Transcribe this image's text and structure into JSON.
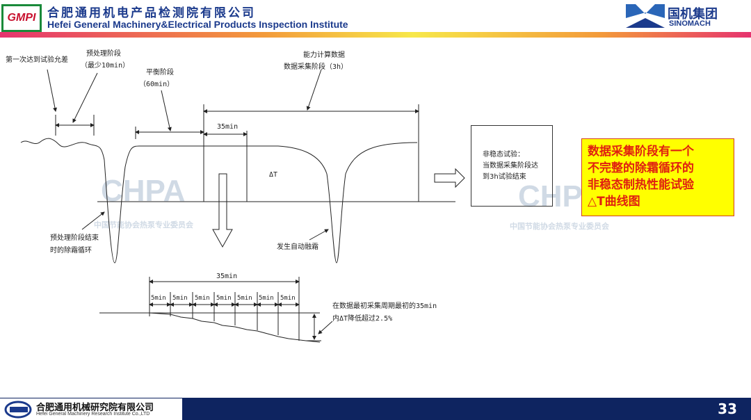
{
  "header": {
    "logo_text": "GMPI",
    "title_cn": "合肥通用机电产品检测院有限公司",
    "title_en": "Hefei General Machinery&Electrical  Products Inspection Institute",
    "brand_cn": "国机集团",
    "brand_en": "SINOMACH"
  },
  "diagram": {
    "first_tolerance": "第一次达到试验允差",
    "pre_stage": "预处理阶段",
    "pre_min": "（最少10min）",
    "balance_stage": "平衡阶段",
    "balance_min": "（60min）",
    "capacity_line1": "能力计算数据",
    "capacity_line2": "数据采集阶段（3h）",
    "span35": "35min",
    "delta_t": "ΔT",
    "pre_end_line1": "预处理阶段结束",
    "pre_end_line2": "时的除霜循环",
    "auto_defrost": "发生自动融霜",
    "box_lines": [
      "非稳态试验：",
      "当数据采集阶段达",
      "到3h试验结束"
    ],
    "lower_span": "35min",
    "lower_segments": [
      "5min",
      "5min",
      "5min",
      "5min",
      "5min",
      "5min",
      "5min"
    ],
    "note_line1": "在数据最初采集周期最初的35min",
    "note_line2": "内ΔT降低超过2.5%"
  },
  "callout": {
    "lines": [
      "数据采集阶段有一个",
      "不完整的除霜循环的",
      "非稳态制热性能试验",
      "△T曲线图"
    ]
  },
  "watermark": {
    "logo": "CHPA",
    "text": "中国节能协会热泵专业委员会"
  },
  "footer": {
    "company_cn": "合肥通用机械研究院有限公司",
    "company_en": "Hefei General Machinery Research Institute Co.,LTD",
    "page": "33"
  }
}
